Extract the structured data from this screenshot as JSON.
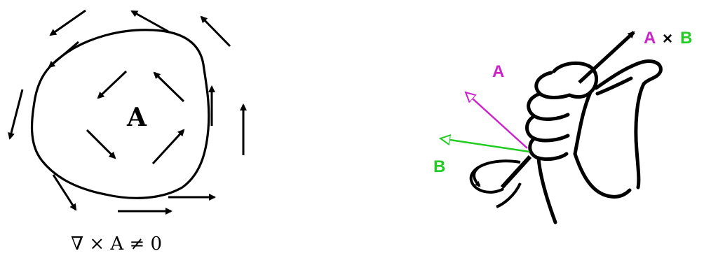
{
  "left_diagram": {
    "field_label": "A",
    "equation": "∇ × A ≠ 0"
  },
  "right_diagram": {
    "vector_a_label": "A",
    "vector_b_label": "B",
    "cross_product": {
      "a": "A",
      "op": "×",
      "b": "B"
    }
  },
  "colors": {
    "ink": "#000000",
    "vector_a": "#cc22cc",
    "vector_b": "#22cc22"
  }
}
